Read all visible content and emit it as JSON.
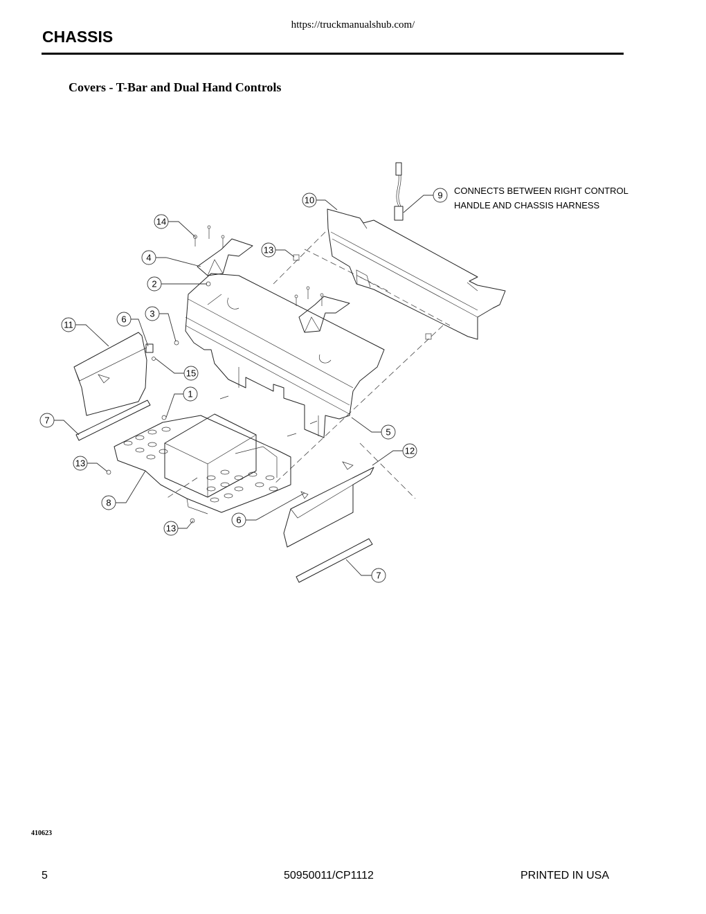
{
  "header": {
    "url": "https://truckmanualshub.com/",
    "section": "CHASSIS"
  },
  "figure": {
    "title": "Covers - T-Bar and Dual Hand Controls",
    "note_line1": "CONNECTS BETWEEN RIGHT CONTROL",
    "note_line2": "HANDLE AND CHASSIS HARNESS",
    "callouts": [
      "10",
      "9",
      "14",
      "13",
      "4",
      "2",
      "3",
      "6",
      "11",
      "15",
      "1",
      "7",
      "5",
      "12",
      "13",
      "8",
      "6",
      "13",
      "7"
    ],
    "drawing_number": "410623"
  },
  "footer": {
    "page": "5",
    "doc_number": "50950011/CP1112",
    "printed": "PRINTED IN USA"
  }
}
